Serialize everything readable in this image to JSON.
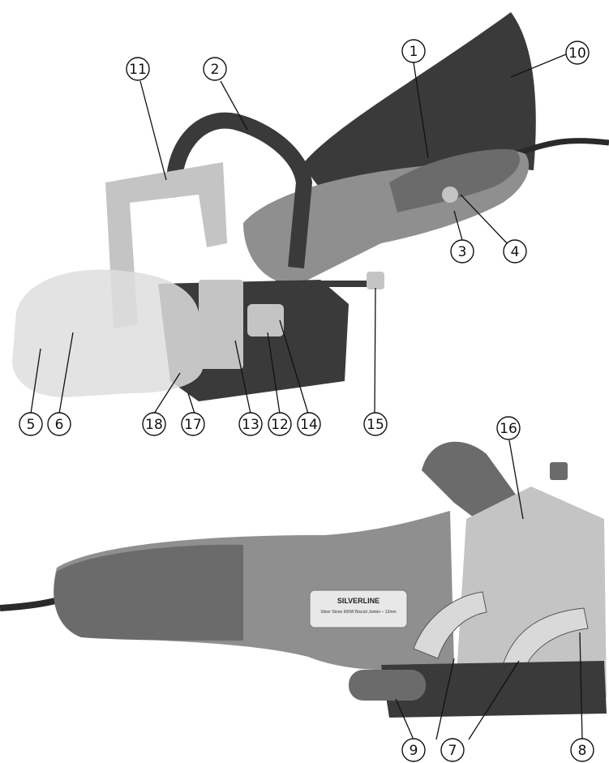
{
  "callouts": [
    {
      "label": "1"
    },
    {
      "label": "2"
    },
    {
      "label": "3"
    },
    {
      "label": "4"
    },
    {
      "label": "5"
    },
    {
      "label": "6"
    },
    {
      "label": "7"
    },
    {
      "label": "8"
    },
    {
      "label": "9"
    },
    {
      "label": "10"
    },
    {
      "label": "11"
    },
    {
      "label": "12"
    },
    {
      "label": "13"
    },
    {
      "label": "14"
    },
    {
      "label": "15"
    },
    {
      "label": "16"
    },
    {
      "label": "17"
    },
    {
      "label": "18"
    }
  ],
  "rating_plate": {
    "brand": "SILVERLINE",
    "model": "Silver Stone 900W Biscuit Jointer – 12mm"
  },
  "colors": {
    "body": "#8f8f8f",
    "dark": "#3a3a3a",
    "light": "#c4c4c4"
  }
}
